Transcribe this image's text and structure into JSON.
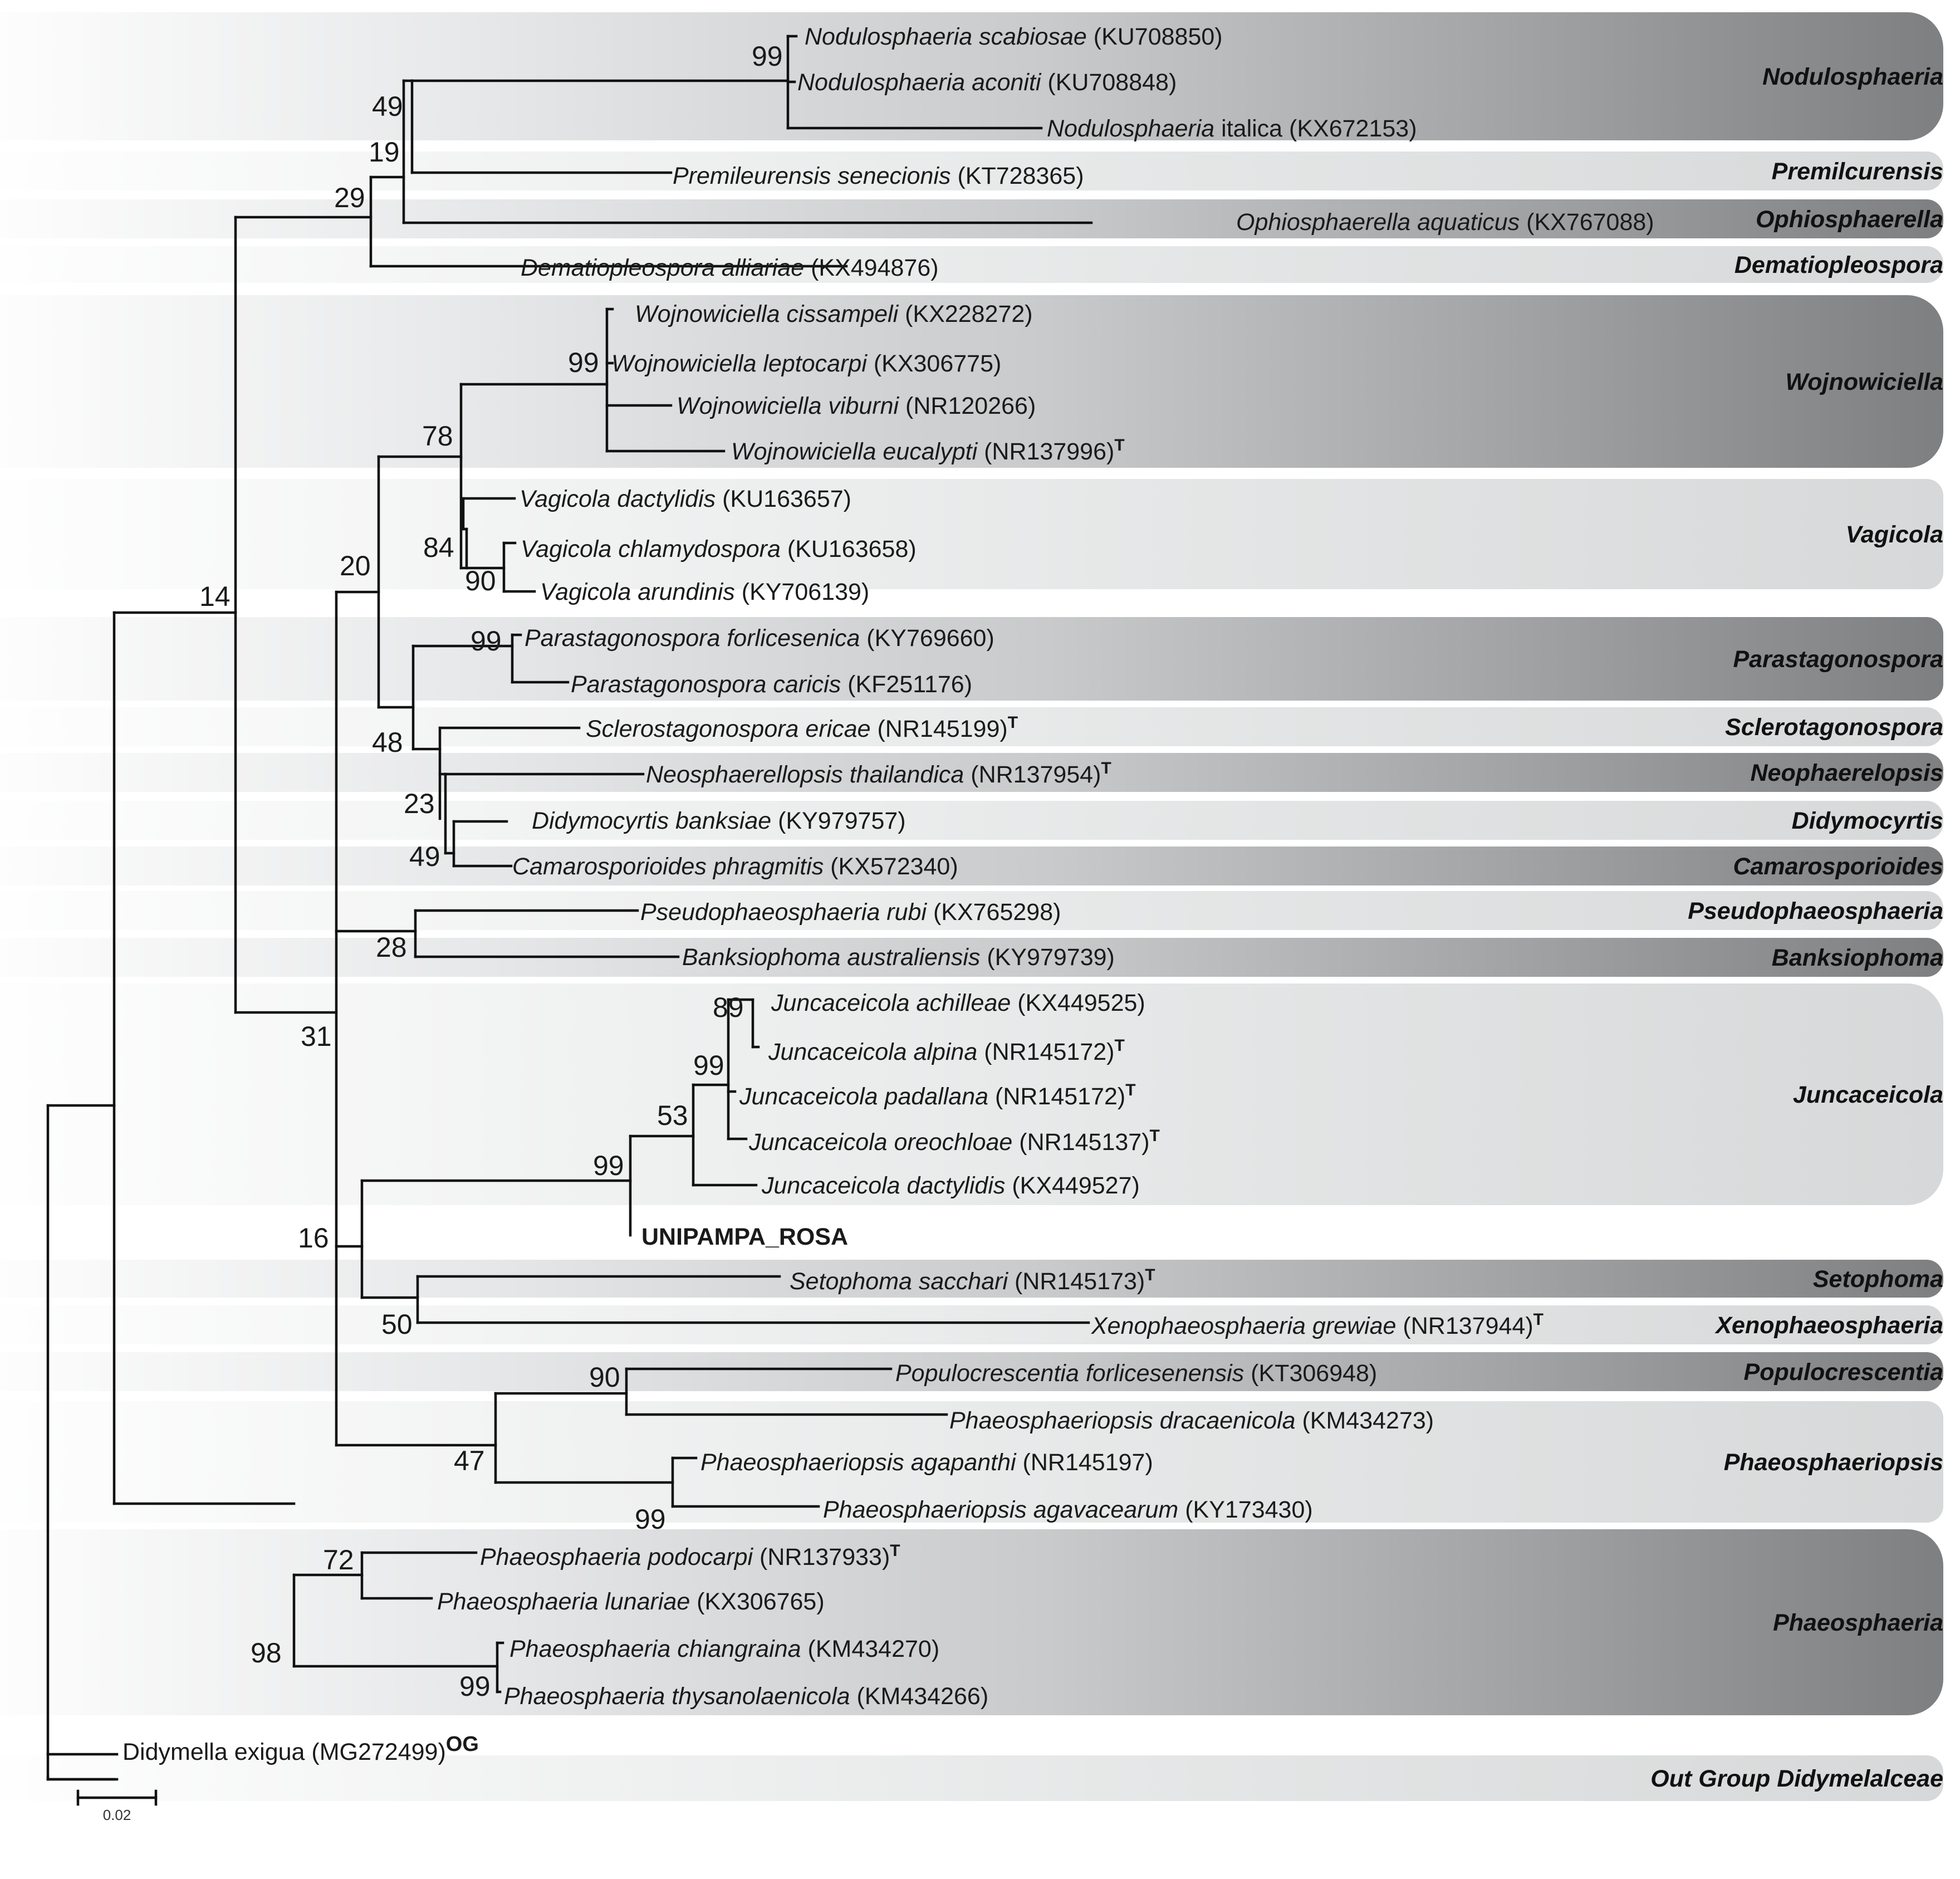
{
  "bands": [
    {
      "genus": "Nodulosphaeria",
      "tone": "dark"
    },
    {
      "genus": "Premilcurensis",
      "tone": "light"
    },
    {
      "genus": "Ophiosphaerella",
      "tone": "dark"
    },
    {
      "genus": "Dematiopleospora",
      "tone": "light"
    },
    {
      "genus": "Wojnowiciella",
      "tone": "dark"
    },
    {
      "genus": "Vagicola",
      "tone": "light"
    },
    {
      "genus": "Parastagonospora",
      "tone": "dark"
    },
    {
      "genus": "Sclerotagonospora",
      "tone": "light"
    },
    {
      "genus": "Neophaerelopsis",
      "tone": "dark"
    },
    {
      "genus": "Didymocyrtis",
      "tone": "light"
    },
    {
      "genus": "Camarosporioides",
      "tone": "dark"
    },
    {
      "genus": "Pseudophaeosphaeria",
      "tone": "light"
    },
    {
      "genus": "Banksiophoma",
      "tone": "dark"
    },
    {
      "genus": "Juncaceicola",
      "tone": "light"
    },
    {
      "genus": "Setophoma",
      "tone": "dark"
    },
    {
      "genus": "Xenophaeosphaeria",
      "tone": "light"
    },
    {
      "genus": "Populocrescentia",
      "tone": "dark"
    },
    {
      "genus": "Phaeosphaeriopsis",
      "tone": "light"
    },
    {
      "genus": "Phaeosphaeria",
      "tone": "dark"
    },
    {
      "genus": "Out Group Didymelalceae",
      "tone": "light"
    }
  ],
  "taxa": [
    {
      "name": "Nodulosphaeria scabiosae",
      "acc": " (KU708850)",
      "sup": ""
    },
    {
      "name": "Nodulosphaeria aconiti",
      "acc": " (KU708848)",
      "sup": ""
    },
    {
      "name": "Nodulosphaeria",
      "rest": " italica (KX672153)",
      "sup": ""
    },
    {
      "name": "Premileurensis senecionis",
      "acc": " (KT728365)",
      "sup": ""
    },
    {
      "name": "Ophiosphaerella aquaticus",
      "acc": " (KX767088)",
      "sup": ""
    },
    {
      "name": "Dematiopleospora alliariae",
      "acc": " (KX494876)",
      "sup": ""
    },
    {
      "name": "Wojnowiciella cissampeli",
      "acc": " (KX228272)",
      "sup": ""
    },
    {
      "name": "Wojnowiciella leptocarpi",
      "acc": " (KX306775)",
      "sup": ""
    },
    {
      "name": "Wojnowiciella viburni",
      "acc": " (NR120266)",
      "sup": ""
    },
    {
      "name": "Wojnowiciella eucalypti",
      "acc": " (NR137996)",
      "sup": "T"
    },
    {
      "name": "Vagicola dactylidis",
      "acc": " (KU163657)",
      "sup": ""
    },
    {
      "name": "Vagicola chlamydospora",
      "acc": " (KU163658)",
      "sup": ""
    },
    {
      "name": "Vagicola arundinis",
      "acc": " (KY706139)",
      "sup": ""
    },
    {
      "name": "Parastagonospora forlicesenica",
      "acc": " (KY769660)",
      "sup": ""
    },
    {
      "name": "Parastagonospora caricis",
      "acc": " (KF251176)",
      "sup": ""
    },
    {
      "name": "Sclerostagonospora ericae",
      "acc": " (NR145199)",
      "sup": "T"
    },
    {
      "name": "Neosphaerellopsis thailandica",
      "acc": " (NR137954)",
      "sup": "T"
    },
    {
      "name": "Didymocyrtis banksiae",
      "acc": " (KY979757)",
      "sup": ""
    },
    {
      "name": "Camarosporioides phragmitis",
      "acc": " (KX572340)",
      "sup": ""
    },
    {
      "name": "Pseudophaeosphaeria rubi",
      "acc": " (KX765298)",
      "sup": ""
    },
    {
      "name": "Banksiophoma australiensis",
      "acc": " (KY979739)",
      "sup": ""
    },
    {
      "name": "Juncaceicola achilleae",
      "acc": " (KX449525)",
      "sup": ""
    },
    {
      "name": "Juncaceicola alpina",
      "acc": " (NR145172)",
      "sup": "T"
    },
    {
      "name": "Juncaceicola padallana",
      "acc": " (NR145172)",
      "sup": "T"
    },
    {
      "name": "Juncaceicola oreochloae",
      "acc": " (NR145137)",
      "sup": "T"
    },
    {
      "name": "Juncaceicola dactylidis",
      "acc": " (KX449527)",
      "sup": ""
    },
    {
      "name": "UNIPAMPA_ROSA",
      "acc": "",
      "sup": ""
    },
    {
      "name": "Setophoma sacchari",
      "acc": " (NR145173)",
      "sup": "T"
    },
    {
      "name": "Xenophaeosphaeria grewiae",
      "acc": " (NR137944)",
      "sup": "T"
    },
    {
      "name": "Populocrescentia forlicesenensis",
      "acc": "  (KT306948)",
      "sup": ""
    },
    {
      "name": "Phaeosphaeriopsis dracaenicola",
      "acc": "  (KM434273)",
      "sup": ""
    },
    {
      "name": "Phaeosphaeriopsis agapanthi",
      "acc": "  (NR145197)",
      "sup": ""
    },
    {
      "name": "Phaeosphaeriopsis agavacearum",
      "acc": " (KY173430)",
      "sup": ""
    },
    {
      "name": "Phaeosphaeria podocarpi",
      "acc": " (NR137933)",
      "sup": "T"
    },
    {
      "name": "Phaeosphaeria lunariae",
      "acc": " (KX306765)",
      "sup": ""
    },
    {
      "name": "Phaeosphaeria chiangraina",
      "acc": " (KM434270)",
      "sup": ""
    },
    {
      "name": "Phaeosphaeria thysanolaenicola",
      "acc": " (KM434266)",
      "sup": ""
    },
    {
      "name": "Didymella exigua",
      "acc": " (MG272499)",
      "sup": "OG"
    }
  ],
  "bootstrap": [
    "99",
    "49",
    "19",
    "29",
    "99",
    "78",
    "84",
    "90",
    "20",
    "99",
    "48",
    "23",
    "49",
    "28",
    "14",
    "31",
    "89",
    "99",
    "53",
    "99",
    "16",
    "50",
    "90",
    "47",
    "99",
    "72",
    "98",
    "99"
  ],
  "scale_bar": {
    "label": "0.02"
  },
  "colors": {
    "dark_band": "#8e8f91",
    "light_band": "#dcdedf",
    "branch": "#111111"
  }
}
